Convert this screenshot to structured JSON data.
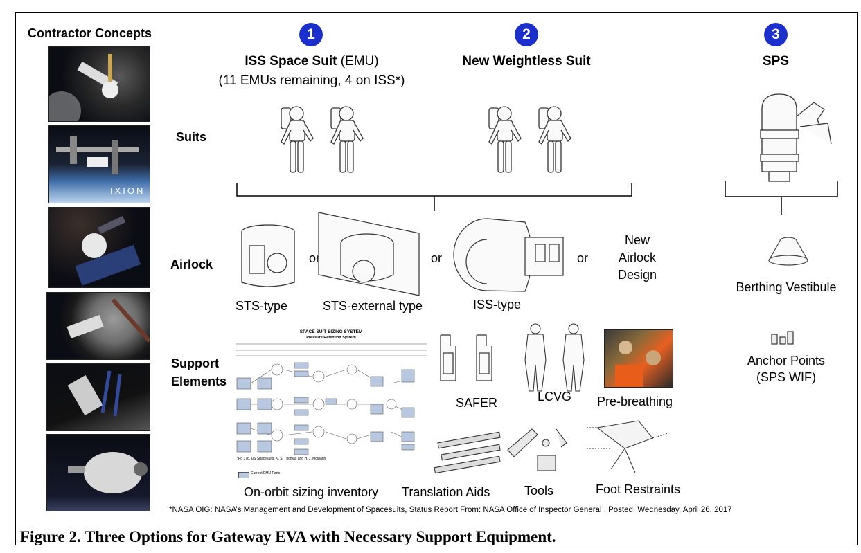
{
  "contractor_concepts": {
    "title": "Contractor Concepts",
    "images": [
      {
        "name": "gateway-concept-1"
      },
      {
        "name": "gateway-concept-ixion",
        "overlay_text": "IXION"
      },
      {
        "name": "gateway-concept-3"
      },
      {
        "name": "gateway-concept-4"
      },
      {
        "name": "gateway-concept-5"
      },
      {
        "name": "gateway-concept-6"
      }
    ]
  },
  "options": [
    {
      "number": "1",
      "title_bold": "ISS Space Suit",
      "title_normal": " (EMU)",
      "subtitle": "(11 EMUs remaining, 4 on ISS*)"
    },
    {
      "number": "2",
      "title_bold": "New Weightless Suit"
    },
    {
      "number": "3",
      "title_bold": "SPS"
    }
  ],
  "rows": {
    "suits": "Suits",
    "airlock": "Airlock",
    "support_line1": "Support",
    "support_line2": "Elements"
  },
  "airlock": {
    "sts_type": "STS-type",
    "sts_external": "STS-external type",
    "iss_type": "ISS-type",
    "or": "or",
    "new_design_1": "New",
    "new_design_2": "Airlock",
    "new_design_3": "Design"
  },
  "sizing_chart": {
    "title": "SPACE SUIT SIZING SYSTEM",
    "subtitle": "Pressure Retention System",
    "footnote": "*Pg 376. US Spacesuits, K. S. Thomas and H. J. McMann",
    "legend": "Current EMU Parts",
    "caption": "On-orbit sizing inventory"
  },
  "support": {
    "safer": "SAFER",
    "lcvg": "LCVG",
    "prebreathing": "Pre-breathing",
    "translation_aids": "Translation Aids",
    "tools": "Tools",
    "foot_restraints": "Foot Restraints"
  },
  "sps": {
    "berthing_vestibule": "Berthing Vestibule",
    "anchor_points_1": "Anchor Points",
    "anchor_points_2": "(SPS WIF)"
  },
  "source_note": "*NASA OIG: NASA’s Management and Development of Spacesuits,  Status Report From: NASA Office of Inspector General , Posted: Wednesday, April 26, 2017",
  "figure_caption": "Figure 2. Three Options for Gateway EVA  with Necessary Support Equipment.",
  "colors": {
    "badge_blue": "#1a2fcc",
    "space_black": "#0b0d14",
    "chart_box": "#b8c8e0"
  }
}
